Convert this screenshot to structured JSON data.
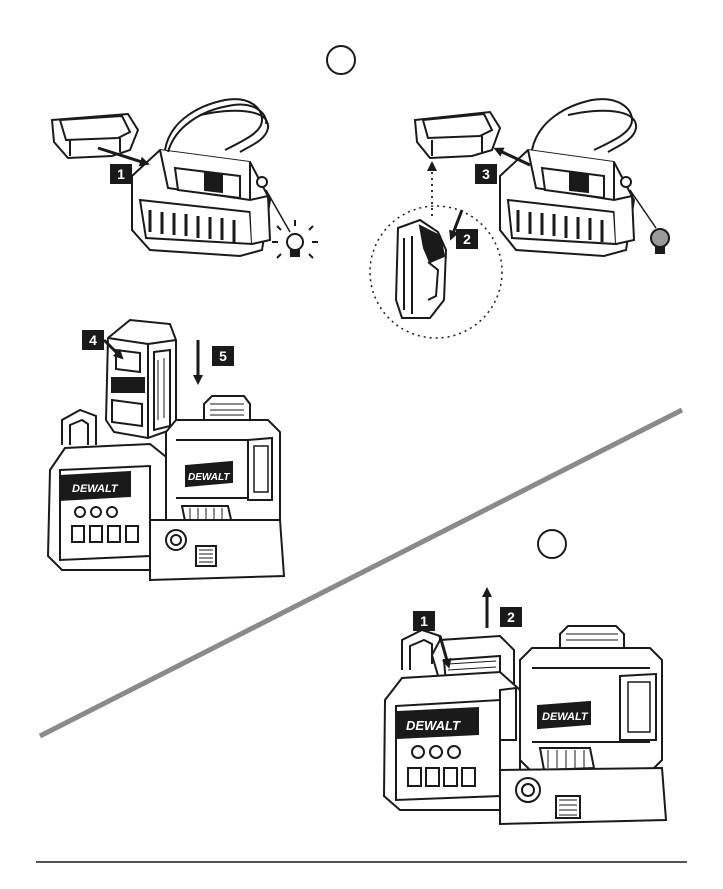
{
  "figure_a": {
    "step_labels": [
      "1",
      "2",
      "3",
      "4",
      "5"
    ]
  },
  "figure_b": {
    "step_labels": [
      "1",
      "2"
    ]
  },
  "brand_mark": "DEWALT",
  "colors": {
    "ink": "#1a1a1a",
    "divider": "#8a8a8a",
    "light_bulb_lit": "#ffffff",
    "light_bulb_off": "#9a9a9a"
  }
}
